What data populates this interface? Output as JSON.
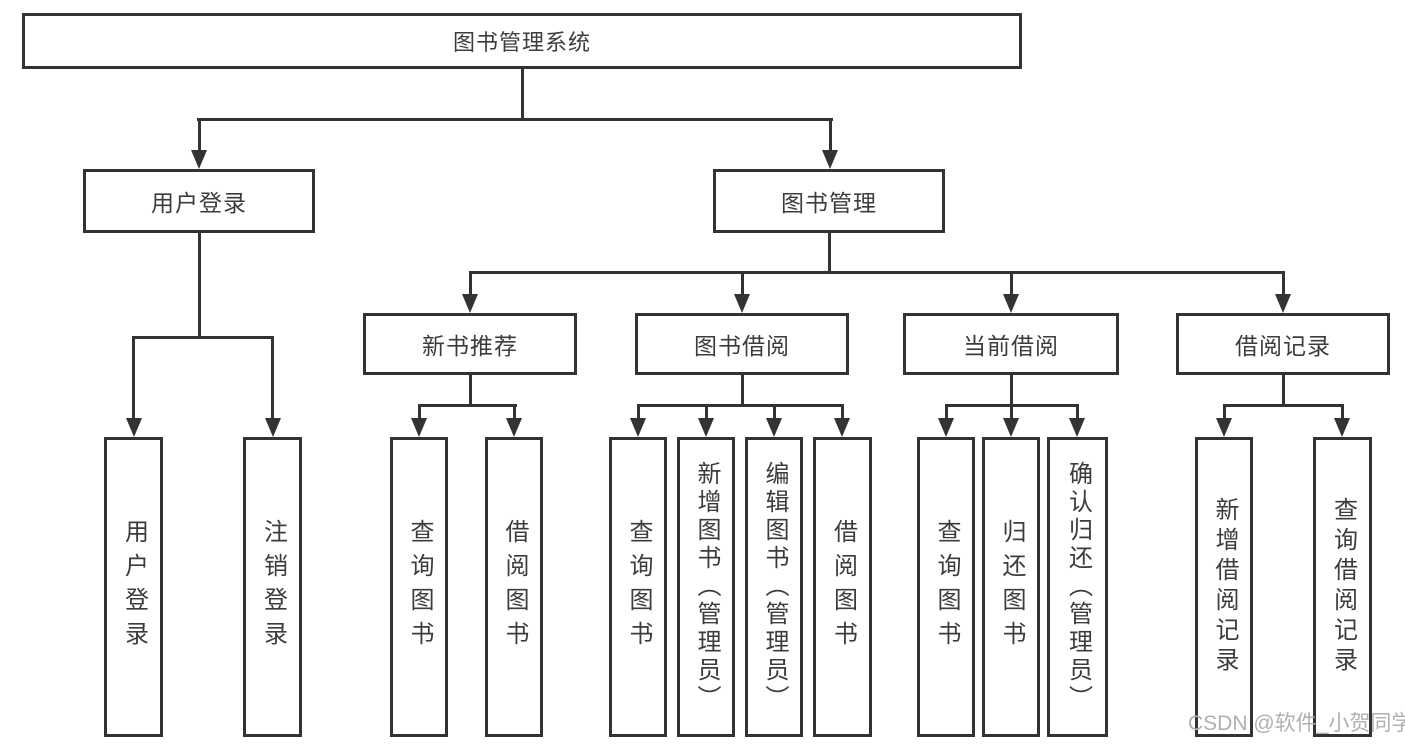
{
  "tree": {
    "label": "图书管理系统",
    "children": [
      {
        "label": "用户登录",
        "children": [
          {
            "label": "用户登录"
          },
          {
            "label": "注销登录"
          }
        ]
      },
      {
        "label": "图书管理",
        "children": [
          {
            "label": "新书推荐",
            "children": [
              {
                "label": "查询图书"
              },
              {
                "label": "借阅图书"
              }
            ]
          },
          {
            "label": "图书借阅",
            "children": [
              {
                "label": "查询图书"
              },
              {
                "label": "新增图书（管理员）"
              },
              {
                "label": "编辑图书（管理员）"
              },
              {
                "label": "借阅图书"
              }
            ]
          },
          {
            "label": "当前借阅",
            "children": [
              {
                "label": "查询图书"
              },
              {
                "label": "归还图书"
              },
              {
                "label": "确认归还（管理员）"
              }
            ]
          },
          {
            "label": "借阅记录",
            "children": [
              {
                "label": "新增借阅记录"
              },
              {
                "label": "查询借阅记录"
              }
            ]
          }
        ]
      }
    ]
  },
  "watermark": {
    "text": "CSDN @软件_小贺同学"
  },
  "colors": {
    "line": "#333333",
    "box_border": "#333333",
    "text": "#3c3c3c",
    "watermark": "#b0b0b0",
    "background": "#ffffff"
  }
}
